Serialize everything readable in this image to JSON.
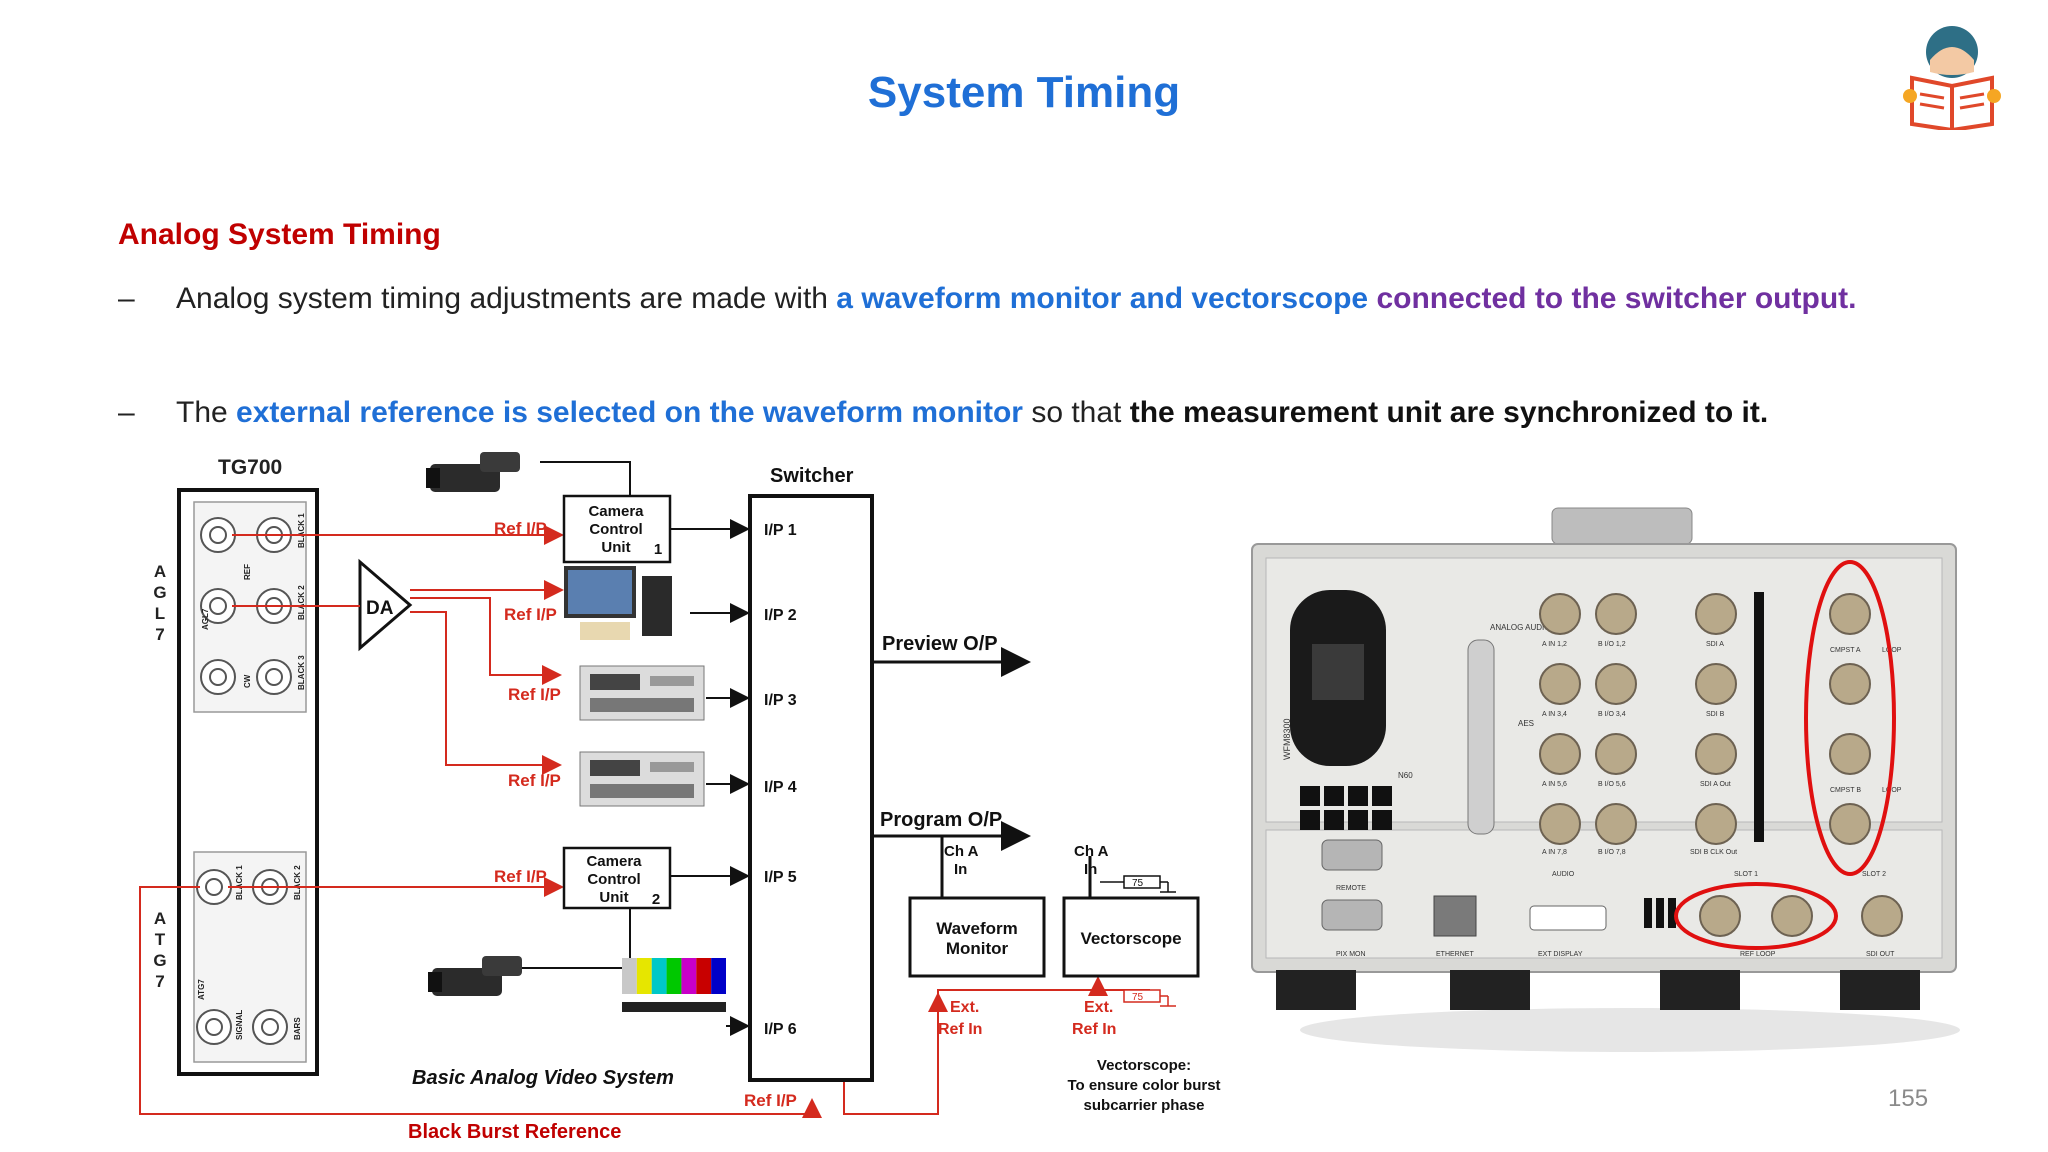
{
  "title": "System Timing",
  "subheading": "Analog System Timing",
  "bullets": [
    {
      "dash": "–",
      "t1": "Analog system timing adjustments are made with ",
      "t2": "a waveform monitor and vectorscope",
      "t3": " ",
      "t4": "connected to the switcher output."
    },
    {
      "dash": "–",
      "t1": "The ",
      "t2": "external reference is selected on the waveform monitor",
      "t3": " so that ",
      "t4": "the measurement unit are synchronized to it."
    }
  ],
  "diagram": {
    "tg700": "TG700",
    "agl_letters": [
      "A",
      "G",
      "L",
      "7"
    ],
    "atg_letters": [
      "A",
      "T",
      "G",
      "7"
    ],
    "bnc_top_labels": [
      "BLACK 1",
      "BLACK 2",
      "BLACK 3",
      "REF",
      "AGL7",
      "CW"
    ],
    "bnc_bottom_labels": [
      "BLACK 1",
      "BLACK 2",
      "SIGNAL",
      "BARS",
      "ATG7"
    ],
    "da": "DA",
    "switcher": "Switcher",
    "ccu_1": [
      "Camera",
      "Control",
      "Unit"
    ],
    "ccu_1_num": "1",
    "ccu_2": [
      "Camera",
      "Control",
      "Unit"
    ],
    "ccu_2_num": "2",
    "ref_ip": "Ref I/P",
    "inputs": [
      "I/P 1",
      "I/P 2",
      "I/P 3",
      "I/P 4",
      "I/P 5",
      "I/P 6"
    ],
    "preview_op": "Preview O/P",
    "program_op": "Program O/P",
    "ch_a": [
      "Ch A",
      "In"
    ],
    "term_75": "75",
    "waveform_monitor": [
      "Waveform",
      "Monitor"
    ],
    "vectorscope": "Vectorscope",
    "ext_ref": [
      "Ext.",
      "Ref In"
    ],
    "caption": "Basic Analog Video System",
    "black_burst": "Black Burst Reference",
    "vectorscope_note": [
      "Vectorscope:",
      "To ensure color burst",
      "subcarrier phase"
    ],
    "colorbar_colors": [
      "#c8c8c8",
      "#e6e600",
      "#00c8c8",
      "#00c800",
      "#c800c8",
      "#c80000",
      "#0000c8"
    ]
  },
  "rear_panel": {
    "labels": [
      "REMOTE",
      "PIX MON",
      "ETHERNET",
      "EXT DISPLAY",
      "AUDIO",
      "SLOT 1",
      "SLOT 2",
      "REF LOOP",
      "SDI OUT",
      "CMPST A",
      "CMPST B",
      "LOOP",
      "SDI A",
      "SDI B",
      "SDI A Out",
      "SDI B CLK Out",
      "ANALOG AUDIO",
      "AES",
      "A IN 1,2",
      "B I/O 1,2",
      "A IN 3,4",
      "B I/O 3,4",
      "A IN 5,6",
      "B I/O 5,6",
      "A IN 7,8",
      "B I/O 7,8",
      "N60",
      "WFM8300"
    ],
    "highlight_color": "#e01010"
  },
  "page_number": "155",
  "colors": {
    "title": "#1f6fd6",
    "subheading": "#c00000",
    "purple": "#7030a0",
    "diagram_red": "#d42a1e"
  }
}
